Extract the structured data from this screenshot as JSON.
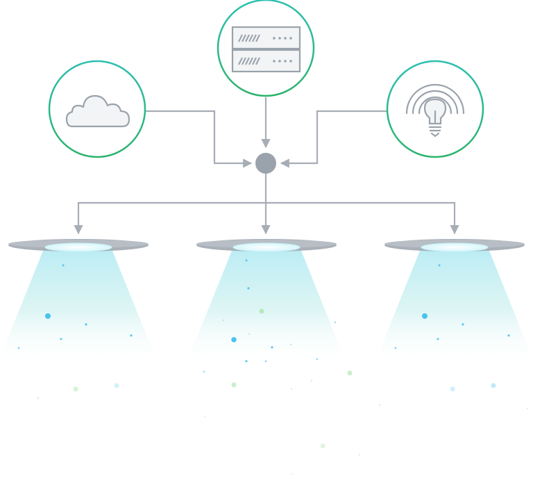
{
  "diagram": {
    "sources": [
      {
        "id": "cloud",
        "icon": "cloud-icon"
      },
      {
        "id": "server",
        "icon": "server-icon"
      },
      {
        "id": "idea",
        "icon": "lightbulb-broadcast-icon"
      }
    ],
    "hub": {
      "icon": "hub-node"
    },
    "targets": [
      {
        "id": "beam-left",
        "icon": "light-beam"
      },
      {
        "id": "beam-center",
        "icon": "light-beam"
      },
      {
        "id": "beam-right",
        "icon": "light-beam"
      }
    ]
  },
  "colors": {
    "connector": "#a7adb5",
    "hub": "#9aa2ab",
    "ring_top": "#2bbfb0",
    "ring_bottom": "#2ab36a",
    "icon_stroke": "#9aa2ab",
    "icon_fill": "#f2f4f6",
    "disc": "#a9b0b8",
    "disc_glow": "#e4fbff",
    "beam_top": "#b9ecf4",
    "particle_blue": "#49c3ee",
    "particle_green": "#a6e2a6"
  }
}
